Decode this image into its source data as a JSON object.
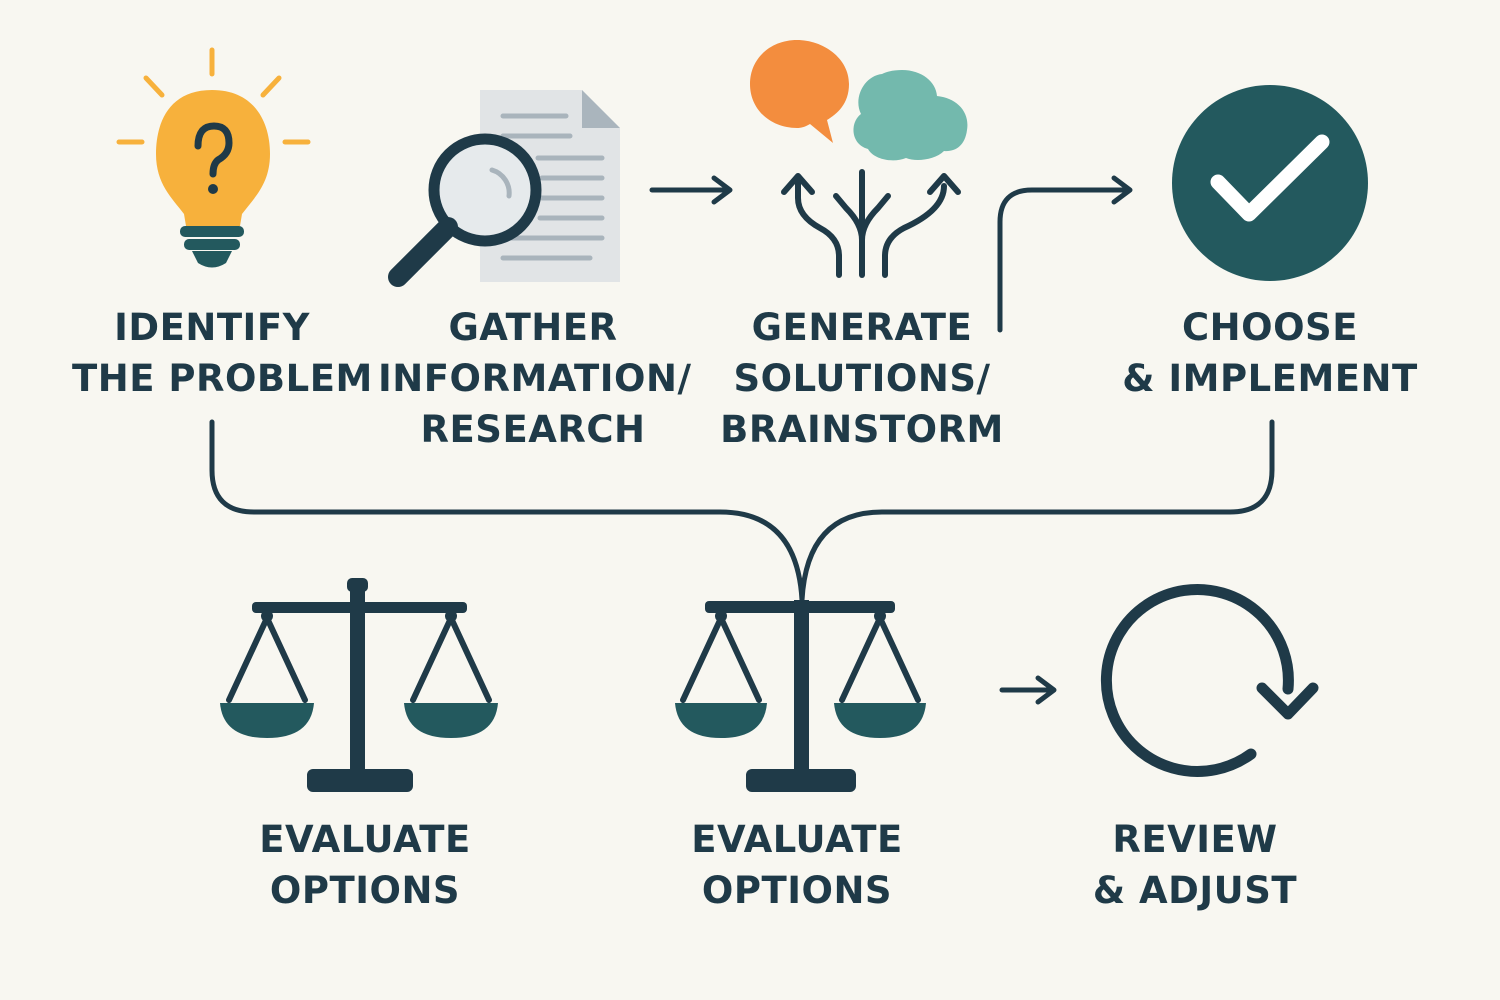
{
  "colors": {
    "background": "#f8f7f1",
    "ink": "#1f3a48",
    "teal_dark": "#23595e",
    "teal_light": "#73b9ad",
    "orange": "#f38d3e",
    "bulb_yellow": "#f7b13c",
    "paper": "#e1e4e6",
    "paper_lines": "#a9b4bc",
    "paper_fold": "#aab5bd"
  },
  "steps": [
    {
      "id": "identify",
      "icon": "lightbulb-question-icon",
      "lines": [
        "IDENTIFY",
        "THE PROBLEM"
      ]
    },
    {
      "id": "gather",
      "icon": "magnifier-document-icon",
      "lines": [
        "GATHER",
        "INFORMATION/",
        "RESEARCH"
      ]
    },
    {
      "id": "generate",
      "icon": "speech-bubbles-branching-arrows-icon",
      "lines": [
        "GENERATE",
        "SOLUTIONS/",
        "BRAINSTORM"
      ]
    },
    {
      "id": "choose",
      "icon": "checkmark-circle-icon",
      "lines": [
        "CHOOSE",
        "& IMPLEMENT"
      ]
    },
    {
      "id": "evaluate-1",
      "icon": "balance-scale-icon",
      "lines": [
        "EVALUATE",
        "OPTIONS"
      ]
    },
    {
      "id": "evaluate-2",
      "icon": "balance-scale-icon",
      "lines": [
        "EVALUATE",
        "OPTIONS"
      ]
    },
    {
      "id": "review",
      "icon": "circular-arrow-icon",
      "lines": [
        "REVIEW",
        "& ADJUST"
      ]
    }
  ]
}
